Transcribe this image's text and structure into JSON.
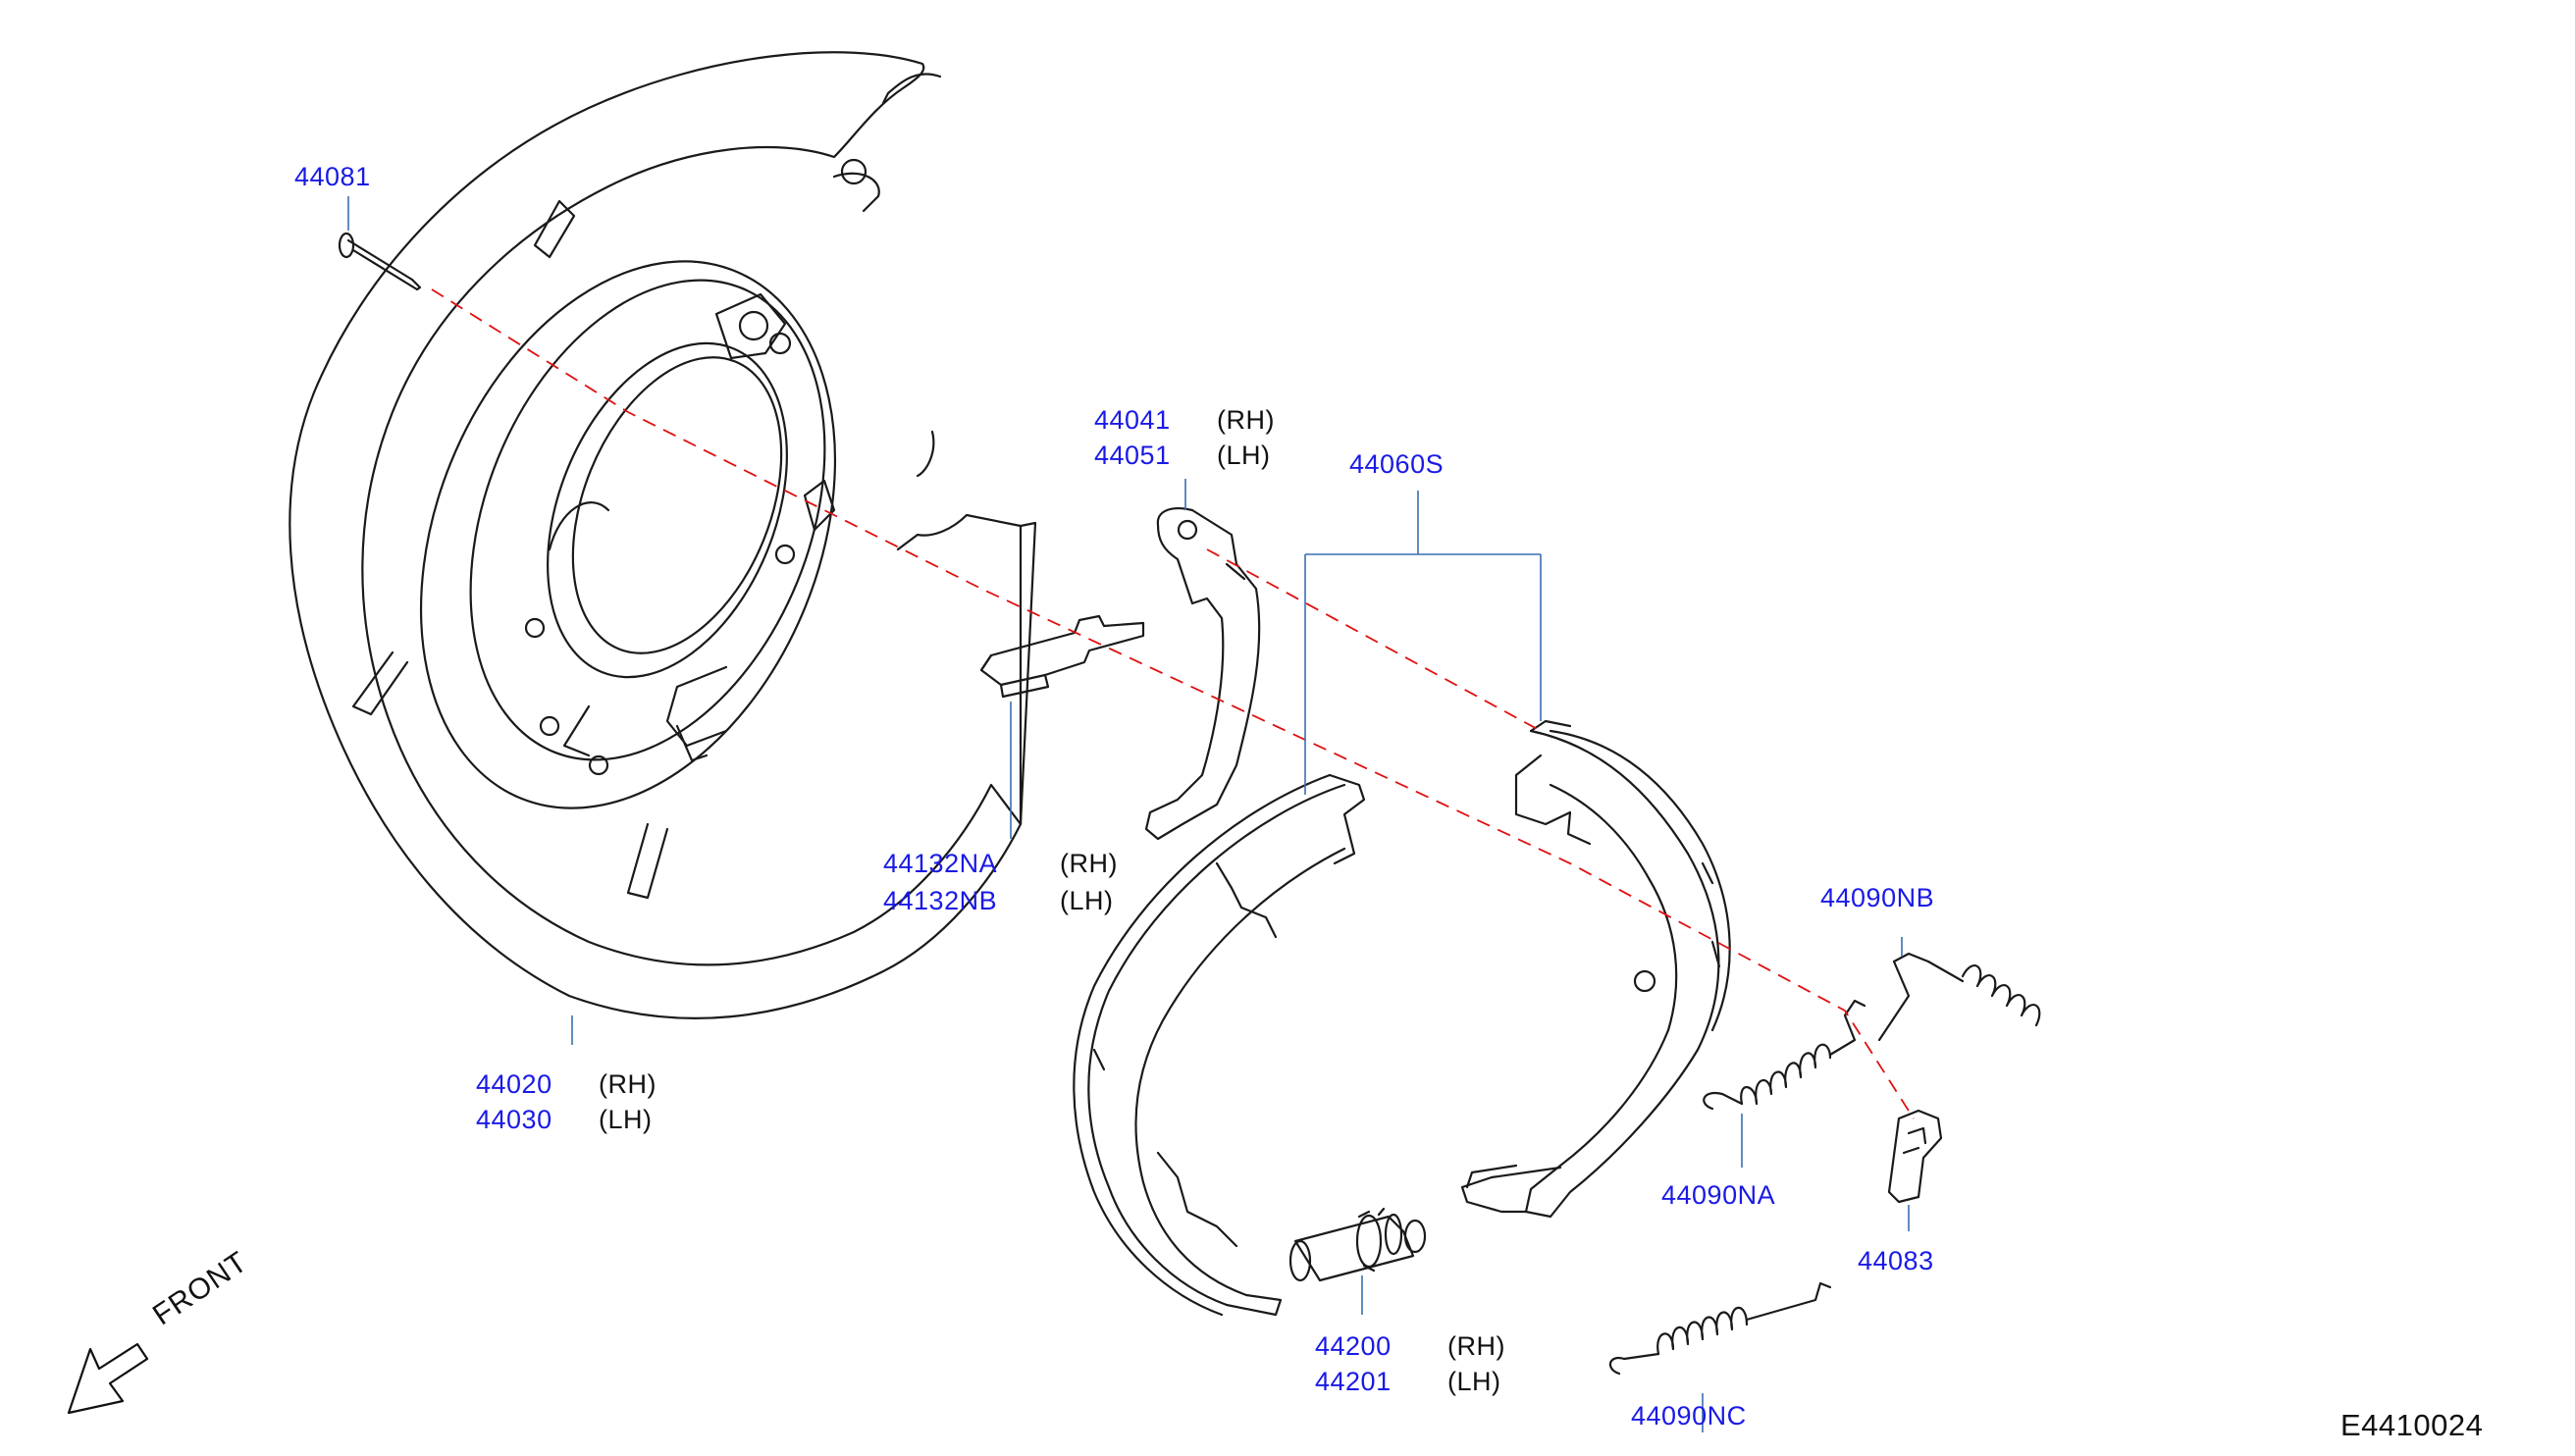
{
  "colors": {
    "part_number": "#1a1ae6",
    "outline": "#1a1a1a",
    "centerline": "#e01010",
    "leader": "#3a6fb0"
  },
  "callouts": [
    {
      "id": "44081",
      "lines": [
        {
          "pn": "44081"
        }
      ]
    },
    {
      "id": "44020",
      "lines": [
        {
          "pn": "44020",
          "side": "(RH)"
        },
        {
          "pn": "44030",
          "side": "(LH)"
        }
      ]
    },
    {
      "id": "44132",
      "lines": [
        {
          "pn": "44132NA",
          "side": "(RH)"
        },
        {
          "pn": "44132NB",
          "side": "(LH)"
        }
      ]
    },
    {
      "id": "44041",
      "lines": [
        {
          "pn": "44041",
          "side": "(RH)"
        },
        {
          "pn": "44051",
          "side": "(LH)"
        }
      ]
    },
    {
      "id": "44060S",
      "lines": [
        {
          "pn": "44060S"
        }
      ]
    },
    {
      "id": "44090NB",
      "lines": [
        {
          "pn": "44090NB"
        }
      ]
    },
    {
      "id": "44090NA",
      "lines": [
        {
          "pn": "44090NA"
        }
      ]
    },
    {
      "id": "44083",
      "lines": [
        {
          "pn": "44083"
        }
      ]
    },
    {
      "id": "44200",
      "lines": [
        {
          "pn": "44200",
          "side": "(RH)"
        },
        {
          "pn": "44201",
          "side": "(LH)"
        }
      ]
    },
    {
      "id": "44090NC",
      "lines": [
        {
          "pn": "44090NC"
        }
      ]
    }
  ],
  "direction_label": "FRONT",
  "direction_icon": "arrow-front-icon",
  "drawing_ref": "E4410024"
}
